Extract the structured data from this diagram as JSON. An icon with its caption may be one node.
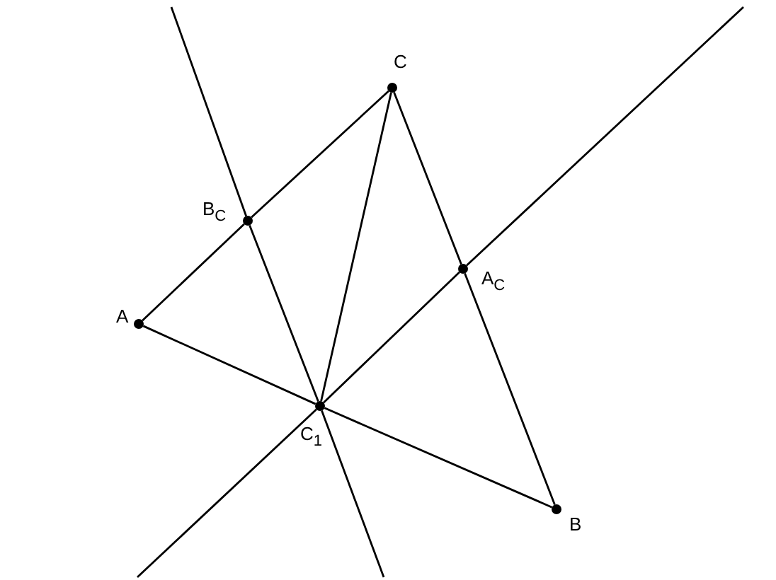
{
  "diagram": {
    "nodes": [
      {
        "text": [],
        "shape": "circle",
        "beside": [
          "A"
        ]
      },
      {
        "text": [],
        "shape": "circle",
        "beside": [
          "B$_{C}$"
        ]
      },
      {
        "text": [],
        "shape": "circle",
        "beside": [
          "C"
        ]
      },
      {
        "text": [],
        "shape": "circle",
        "beside": [
          "A$_{C}$"
        ]
      },
      {
        "text": [],
        "shape": "circle",
        "beside": [
          "C$_{1}$"
        ]
      },
      {
        "text": [],
        "shape": "circle",
        "beside": [
          "B"
        ]
      }
    ],
    "edges": [
      {
        "from": 0,
        "to": 1,
        "arrow": "none"
      },
      {
        "from": 1,
        "to": 2,
        "arrow": "none"
      },
      {
        "from": 2,
        "to": 3,
        "arrow": "none"
      },
      {
        "from": 3,
        "to": 5,
        "arrow": "none"
      },
      {
        "from": 0,
        "to": 4,
        "arrow": "none"
      },
      {
        "from": 4,
        "to": 5,
        "arrow": "none"
      },
      {
        "from": 2,
        "to": 4,
        "arrow": "none"
      },
      {
        "from": null,
        "to": 1,
        "arrow": "none"
      },
      {
        "from": 1,
        "to": 4,
        "arrow": "none"
      },
      {
        "from": 4,
        "to": null,
        "arrow": "none"
      },
      {
        "from": null,
        "to": 4,
        "arrow": "none"
      },
      {
        "from": 4,
        "to": 3,
        "arrow": "none"
      },
      {
        "from": 3,
        "to": null,
        "arrow": "none"
      }
    ]
  }
}
